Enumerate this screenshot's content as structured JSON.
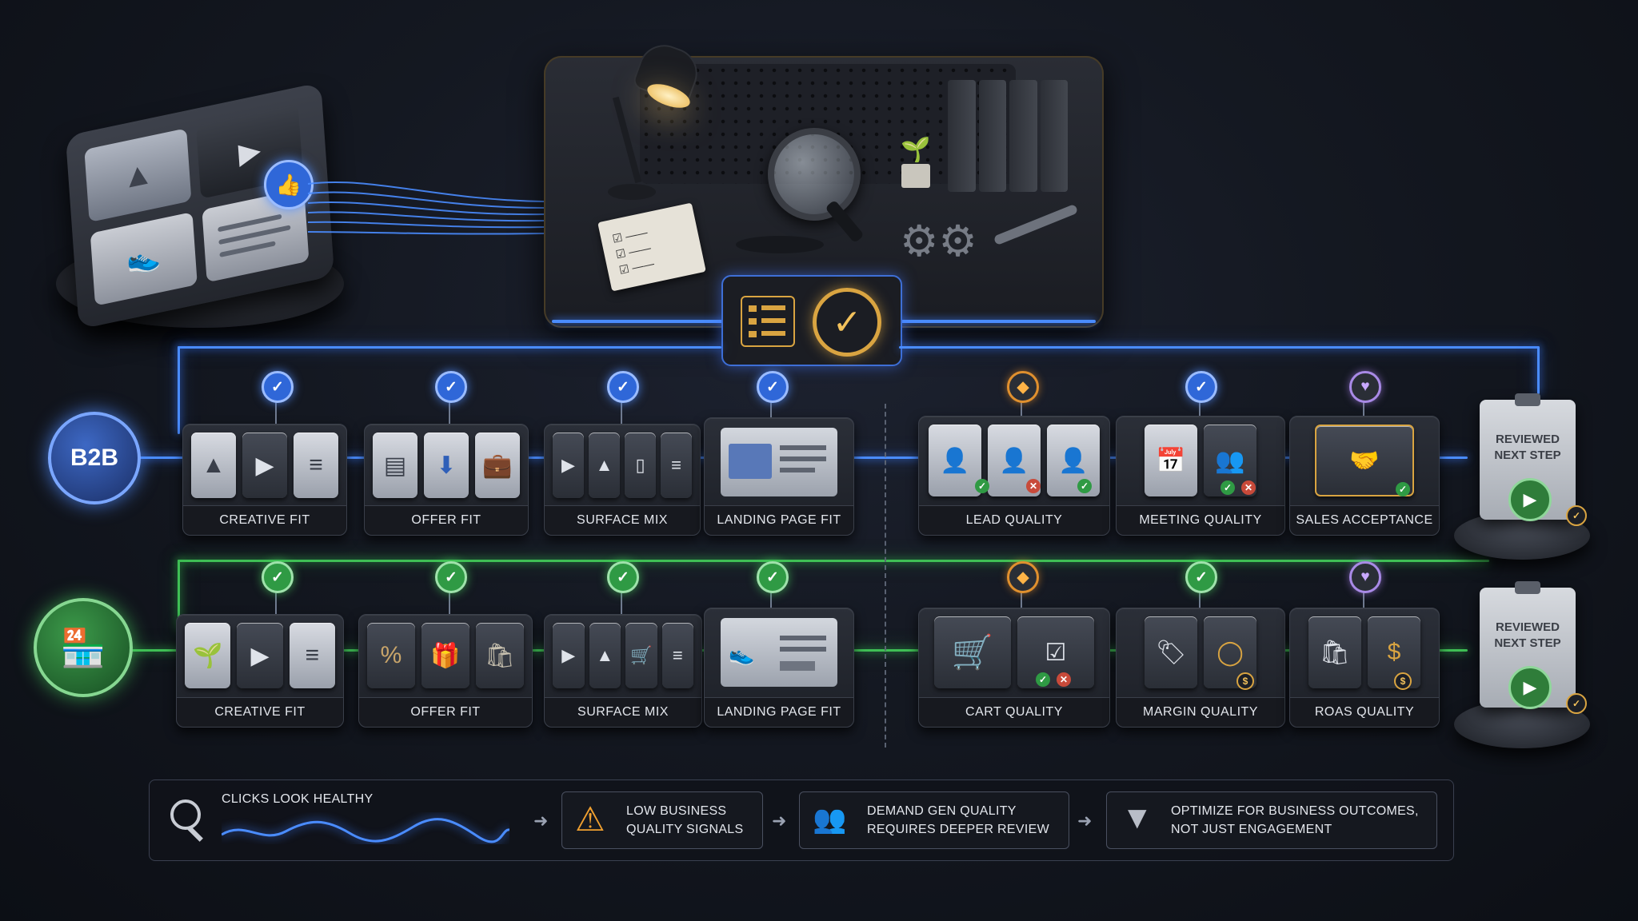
{
  "segments": {
    "b2b_label": "B2B"
  },
  "b2b_row": [
    {
      "label": "CREATIVE FIT",
      "icons": [
        "image-icon",
        "play-icon",
        "text-icon"
      ],
      "status": "check"
    },
    {
      "label": "OFFER FIT",
      "icons": [
        "document-icon",
        "download-icon",
        "briefcase-icon"
      ],
      "status": "check"
    },
    {
      "label": "SURFACE MIX",
      "icons": [
        "play-circle-icon",
        "image-icon",
        "mobile-icon",
        "text-icon"
      ],
      "status": "check"
    },
    {
      "label": "LANDING PAGE FIT",
      "icons": [
        "webpage-icon"
      ],
      "status": "check"
    },
    {
      "label": "LEAD QUALITY",
      "icons": [
        "profile-card-icon",
        "profile-card-icon",
        "profile-card-icon"
      ],
      "status": "warning"
    },
    {
      "label": "MEETING QUALITY",
      "icons": [
        "calendar-icon",
        "people-icon"
      ],
      "status": "check"
    },
    {
      "label": "SALES ACCEPTANCE",
      "icons": [
        "handshake-icon"
      ],
      "status": "heart"
    }
  ],
  "ecom_row": [
    {
      "label": "CREATIVE FIT",
      "icons": [
        "product-image-icon",
        "play-icon",
        "text-icon"
      ],
      "status": "check"
    },
    {
      "label": "OFFER FIT",
      "icons": [
        "discount-tag-icon",
        "gift-icon",
        "shopping-bag-icon"
      ],
      "status": "check"
    },
    {
      "label": "SURFACE MIX",
      "icons": [
        "play-circle-icon",
        "image-icon",
        "cart-icon",
        "text-icon"
      ],
      "status": "check"
    },
    {
      "label": "LANDING PAGE FIT",
      "icons": [
        "product-page-icon"
      ],
      "status": "check"
    },
    {
      "label": "CART QUALITY",
      "icons": [
        "shopping-cart-icon",
        "checklist-icon"
      ],
      "status": "warning"
    },
    {
      "label": "MARGIN QUALITY",
      "icons": [
        "price-tag-icon",
        "coins-icon"
      ],
      "status": "check"
    },
    {
      "label": "ROAS QUALITY",
      "icons": [
        "bag-icon",
        "dollar-coin-icon"
      ],
      "status": "heart"
    }
  ],
  "review": {
    "line1": "REVIEWED",
    "line2": "NEXT STEP"
  },
  "summary": {
    "clicks": "CLICKS LOOK HEALTHY",
    "low_signals_1": "LOW BUSINESS",
    "low_signals_2": "QUALITY SIGNALS",
    "demand_gen_1": "DEMAND GEN QUALITY",
    "demand_gen_2": "REQUIRES DEEPER REVIEW",
    "optimize_1": "OPTIMIZE FOR BUSINESS OUTCOMES,",
    "optimize_2": "NOT JUST ENGAGEMENT"
  },
  "colors": {
    "b2b_lane": "#4a8cff",
    "ecom_lane": "#3fbf55",
    "warning": "#e0902e",
    "heart": "#a98ae6",
    "gold": "#d9a441"
  }
}
